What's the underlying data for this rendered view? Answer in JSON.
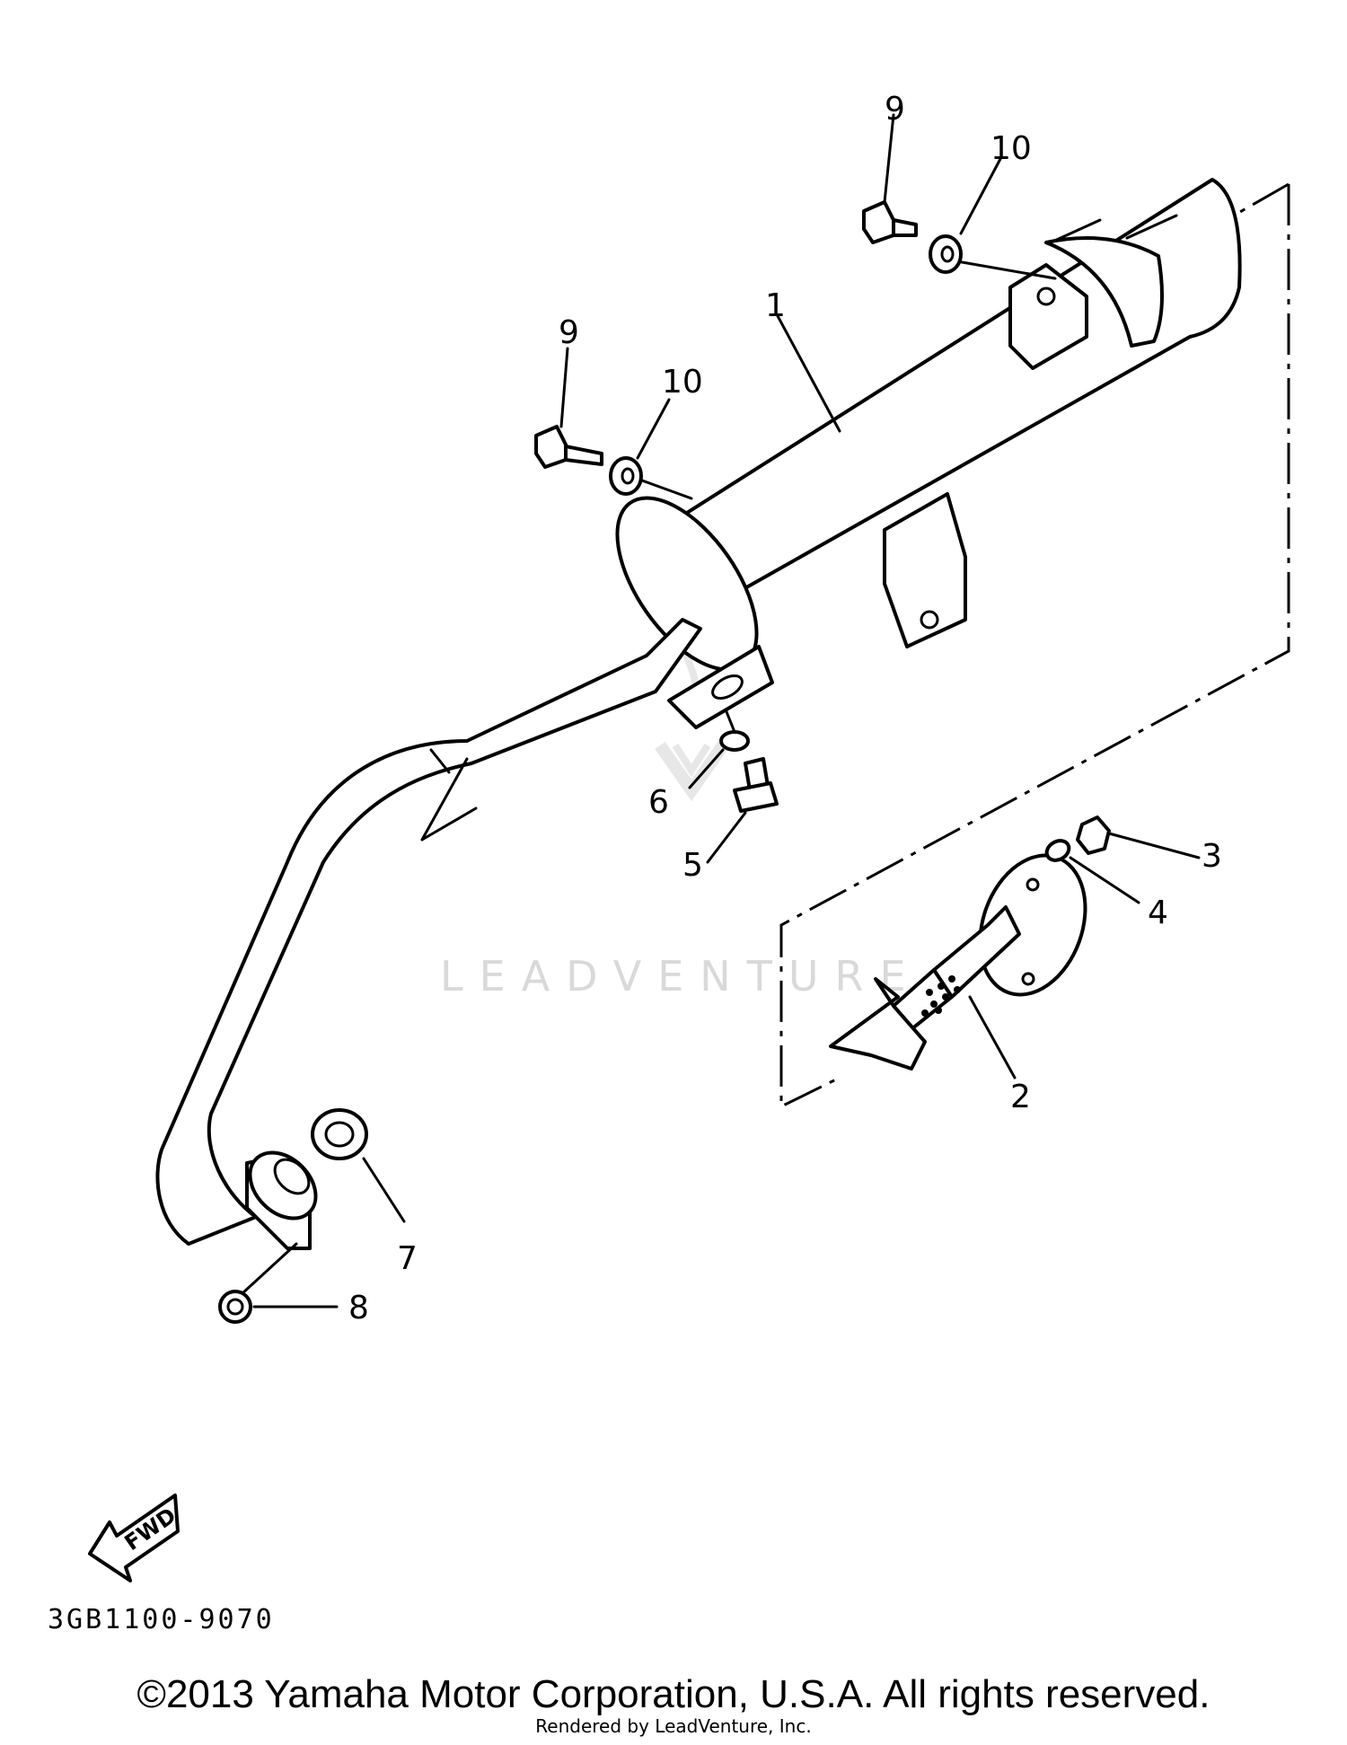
{
  "callouts": {
    "muffler": "1",
    "silencer": "2",
    "screw_3": "3",
    "washer_4": "4",
    "bolt_5": "5",
    "washer_6": "6",
    "gasket_7": "7",
    "nut_8": "8",
    "bolt_9_top": "9",
    "washer_10_top": "10",
    "bolt_9_left": "9",
    "washer_10_left": "10"
  },
  "fwd_label": "FWD",
  "diagram_code": "3GB1100-9070",
  "watermark": "LEADVENTURE",
  "copyright": "©2013 Yamaha Motor Corporation, U.S.A. All rights reserved.",
  "rendered_by": "Rendered by LeadVenture, Inc."
}
